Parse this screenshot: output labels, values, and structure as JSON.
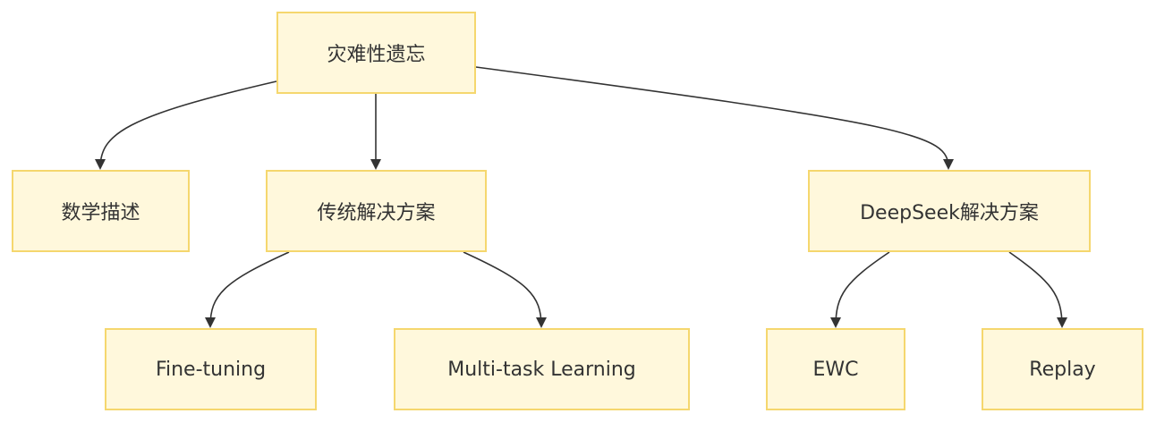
{
  "diagram": {
    "nodes": {
      "root": "灾难性遗忘",
      "math": "数学描述",
      "traditional": "传统解决方案",
      "deepseek": "DeepSeek解决方案",
      "finetuning": "Fine-tuning",
      "multitask": "Multi-task Learning",
      "ewc": "EWC",
      "replay": "Replay"
    },
    "edges": [
      {
        "from": "root",
        "to": "math"
      },
      {
        "from": "root",
        "to": "traditional"
      },
      {
        "from": "root",
        "to": "deepseek"
      },
      {
        "from": "traditional",
        "to": "finetuning"
      },
      {
        "from": "traditional",
        "to": "multitask"
      },
      {
        "from": "deepseek",
        "to": "ewc"
      },
      {
        "from": "deepseek",
        "to": "replay"
      }
    ],
    "colors": {
      "node_fill": "#fff8dc",
      "node_border": "#f5d76e",
      "edge": "#333333",
      "text": "#333333"
    }
  }
}
